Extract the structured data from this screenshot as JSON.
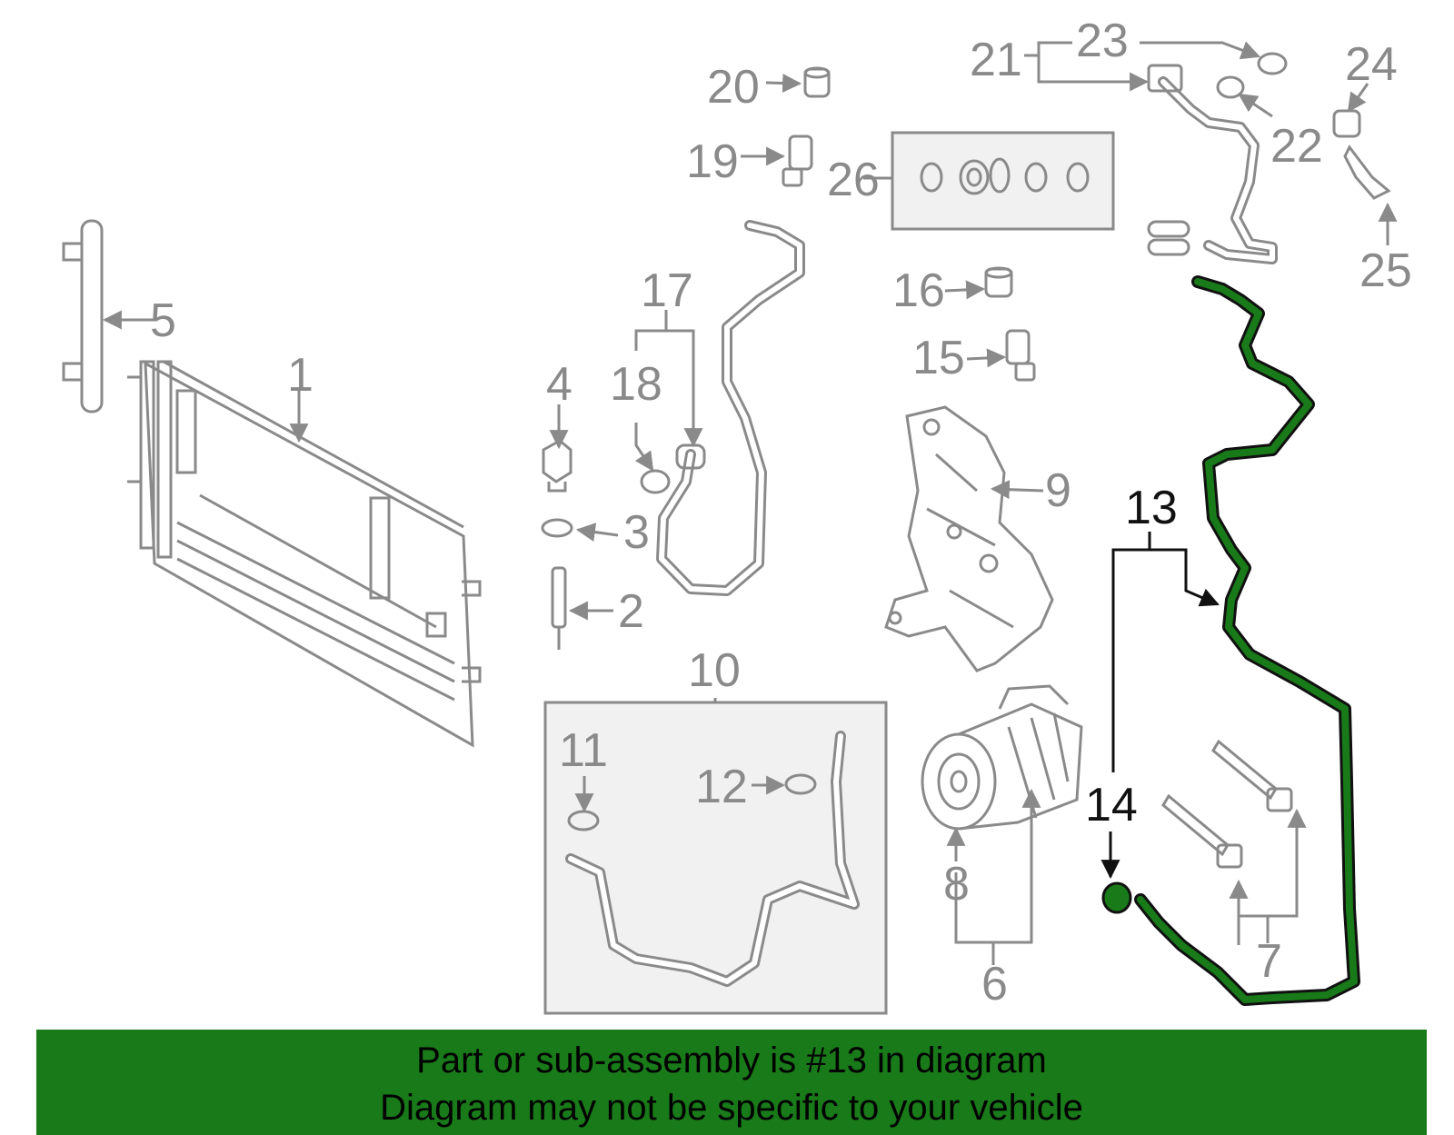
{
  "diagram": {
    "highlight_color": "#197a19",
    "part_color": "#8a8a8a",
    "callouts": {
      "c1": "1",
      "c2": "2",
      "c3": "3",
      "c4": "4",
      "c5": "5",
      "c6": "6",
      "c7": "7",
      "c8": "8",
      "c9": "9",
      "c10": "10",
      "c11": "11",
      "c12": "12",
      "c13": "13",
      "c14": "14",
      "c15": "15",
      "c16": "16",
      "c17": "17",
      "c18": "18",
      "c19": "19",
      "c20": "20",
      "c21": "21",
      "c22": "22",
      "c23": "23",
      "c24": "24",
      "c25": "25",
      "c26": "26"
    }
  },
  "banner": {
    "line1": "Part or sub-assembly is #13 in diagram",
    "line2": "Diagram may not be specific to your vehicle"
  }
}
